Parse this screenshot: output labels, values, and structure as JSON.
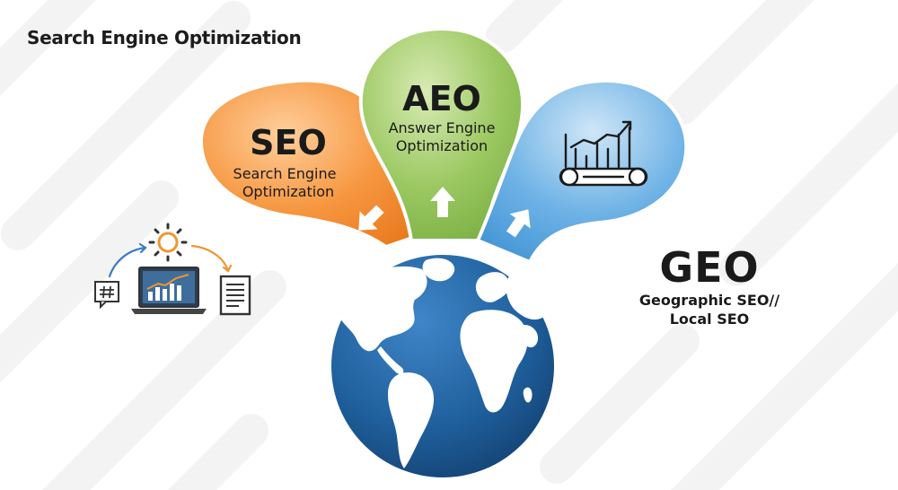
{
  "page": {
    "title": "Search Engine Optimization"
  },
  "colors": {
    "seo": "#f28a2e",
    "aeo": "#86bb4c",
    "geo_bubble": "#4ba0de",
    "globe_ocean": "#1f5f9c",
    "land": "#ffffff",
    "text": "#1a1a1a"
  },
  "bubbles": {
    "seo": {
      "title": "SEO",
      "line1": "Search Engine",
      "line2": "Optimization",
      "icon": "arrow-down-right-icon"
    },
    "aeo": {
      "title": "AEO",
      "line1": "Answer Engine",
      "line2": "Optimization",
      "icon": "arrow-up-icon"
    },
    "geo": {
      "icon": "growth-chart-icon",
      "arrow_icon": "arrow-up-right-icon"
    }
  },
  "geo_label": {
    "title": "GEO",
    "line1": "Geographic SEO//",
    "line2": "Local SEO"
  },
  "workflow_icons": [
    "lightbulb-icon",
    "chat-hashtag-icon",
    "laptop-chart-icon",
    "document-icon"
  ]
}
